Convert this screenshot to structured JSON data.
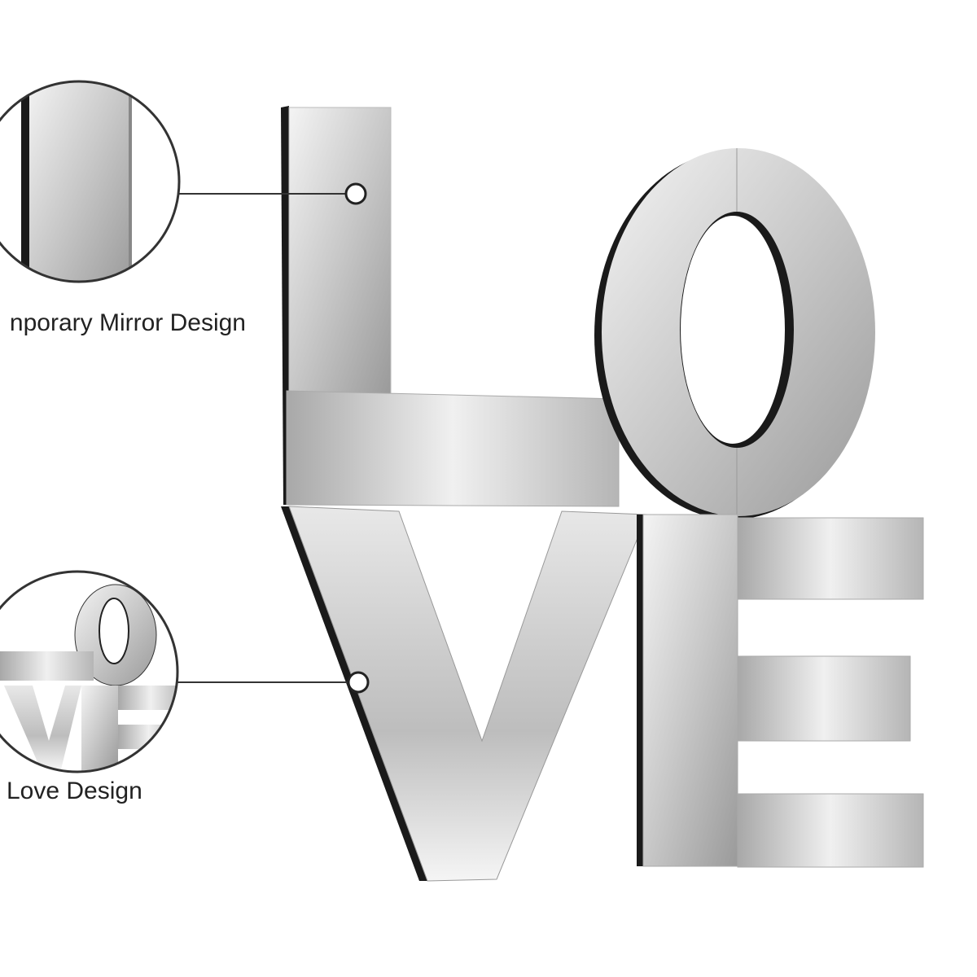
{
  "callouts": [
    {
      "caption": "nporary Mirror Design",
      "icon": "mirror-edge-detail"
    },
    {
      "caption": "Love Design",
      "icon": "love-letters-detail"
    }
  ],
  "product": {
    "letters": "LOVE",
    "material": "mirror"
  },
  "colors": {
    "mirror_light": "#f2f2f2",
    "mirror_dark": "#8e8e8e",
    "edge": "#1a1a1a",
    "line": "#333333"
  }
}
